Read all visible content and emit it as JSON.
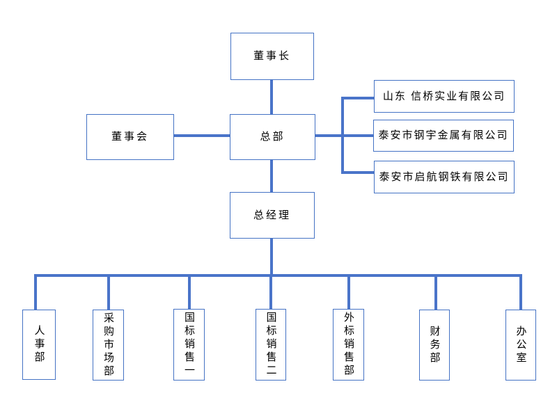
{
  "colors": {
    "node_border": "#4472c4",
    "connector": "#4a74c9",
    "text": "#000000",
    "background": "#ffffff"
  },
  "nodes": {
    "chairman": {
      "label": "董事长"
    },
    "board": {
      "label": "董事会"
    },
    "hq": {
      "label": "总部"
    },
    "subsidiary1": {
      "label": "山东 信桥实业有限公司"
    },
    "subsidiary2": {
      "label": "泰安市钢宇金属有限公司"
    },
    "subsidiary3": {
      "label": "泰安市启航钢铁有限公司"
    },
    "general_manager": {
      "label": "总经理"
    },
    "dept_hr": {
      "label": "人事部"
    },
    "dept_purchasing_market": {
      "label": "采购市场部"
    },
    "dept_national_sales_1": {
      "label": "国标销售一"
    },
    "dept_national_sales_2": {
      "label": "国标销售二"
    },
    "dept_foreign_sales": {
      "label": "外标销售部"
    },
    "dept_finance": {
      "label": "财务部"
    },
    "dept_office": {
      "label": "办公室"
    }
  }
}
